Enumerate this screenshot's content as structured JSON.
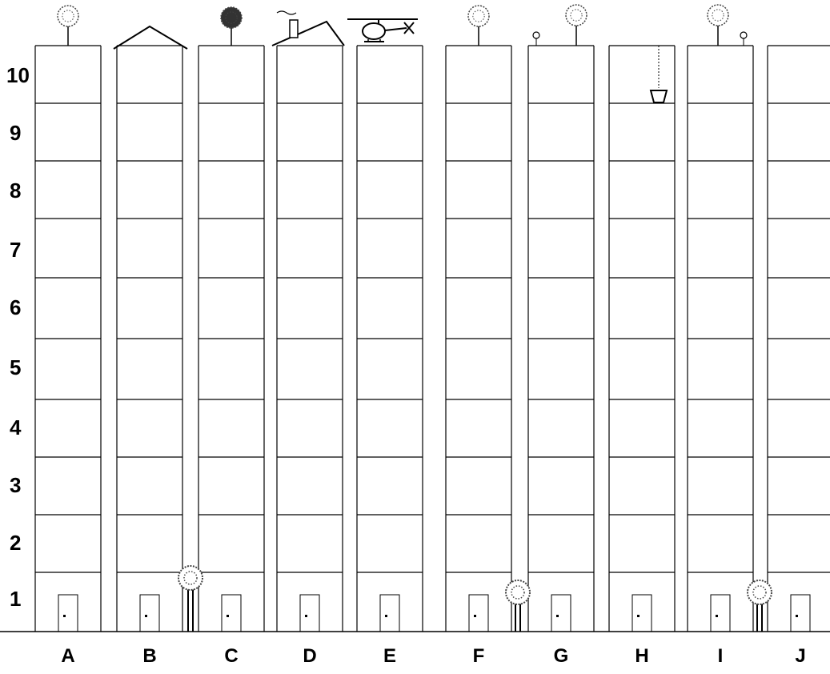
{
  "floors": [
    "1",
    "2",
    "3",
    "4",
    "5",
    "6",
    "7",
    "8",
    "9",
    "10"
  ],
  "buildings": [
    {
      "label": "A",
      "roof": "tree"
    },
    {
      "label": "B",
      "roof": "gable"
    },
    {
      "label": "C",
      "roof": "dark-tree"
    },
    {
      "label": "D",
      "roof": "slope-with-chimney"
    },
    {
      "label": "E",
      "roof": "helicopter"
    },
    {
      "label": "F",
      "roof": "tree"
    },
    {
      "label": "G",
      "roof": "tree-and-flower"
    },
    {
      "label": "H",
      "roof": "hanging-bucket"
    },
    {
      "label": "I",
      "roof": "tree-and-flower"
    },
    {
      "label": "J",
      "roof": "none"
    }
  ],
  "street_trees": [
    "between-B-C",
    "between-F-G",
    "between-I-J"
  ],
  "colors": {
    "ink": "#000000",
    "background": "#ffffff",
    "tree": "#444444"
  }
}
